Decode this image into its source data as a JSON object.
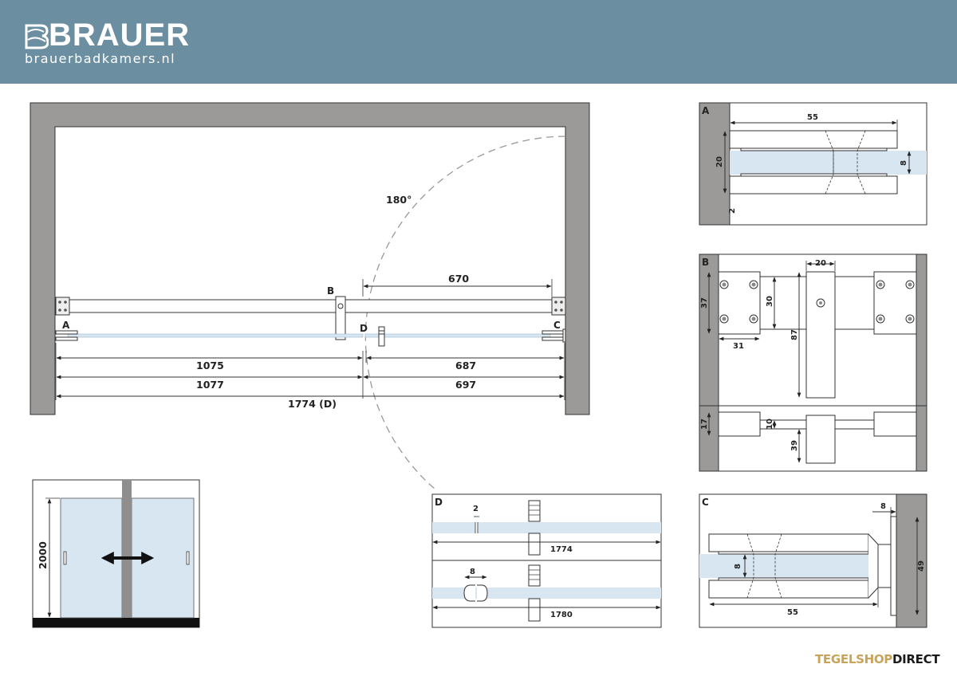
{
  "header": {
    "brand_name": "BRAUER",
    "brand_url": "brauerbadkamers.nl",
    "background": "#6b8fa1"
  },
  "footer": {
    "logo_part1": "TEGELSHOP",
    "logo_part2": "DIRECT",
    "color1": "#c7a45a",
    "color2": "#1a1a1a"
  },
  "plan": {
    "angle": "180°",
    "labels": {
      "a": "A",
      "b": "B",
      "c": "C",
      "d": "D"
    },
    "dims": {
      "d670": "670",
      "d1075": "1075",
      "d687": "687",
      "d1077": "1077",
      "d697": "697",
      "d1774": "1774 (D)"
    }
  },
  "elevation": {
    "height": "2000"
  },
  "detail_a": {
    "label": "A",
    "dims": {
      "d55": "55",
      "d20": "20",
      "d8": "8",
      "d2": "2"
    }
  },
  "detail_b": {
    "label": "B",
    "dims": {
      "d20": "20",
      "d37": "37",
      "d30": "30",
      "d87": "87",
      "d31": "31",
      "d17": "17",
      "d10": "10",
      "d39": "39"
    }
  },
  "detail_c": {
    "label": "C",
    "dims": {
      "d8a": "8",
      "d8b": "8",
      "d49": "49",
      "d55": "55"
    }
  },
  "detail_d": {
    "label": "D",
    "dims": {
      "d2": "2",
      "d1774": "1774",
      "d8": "8",
      "d1780": "1780"
    }
  },
  "colors": {
    "wall": "#9b9a98",
    "glass": "#d8e6f2",
    "line": "#222222"
  }
}
